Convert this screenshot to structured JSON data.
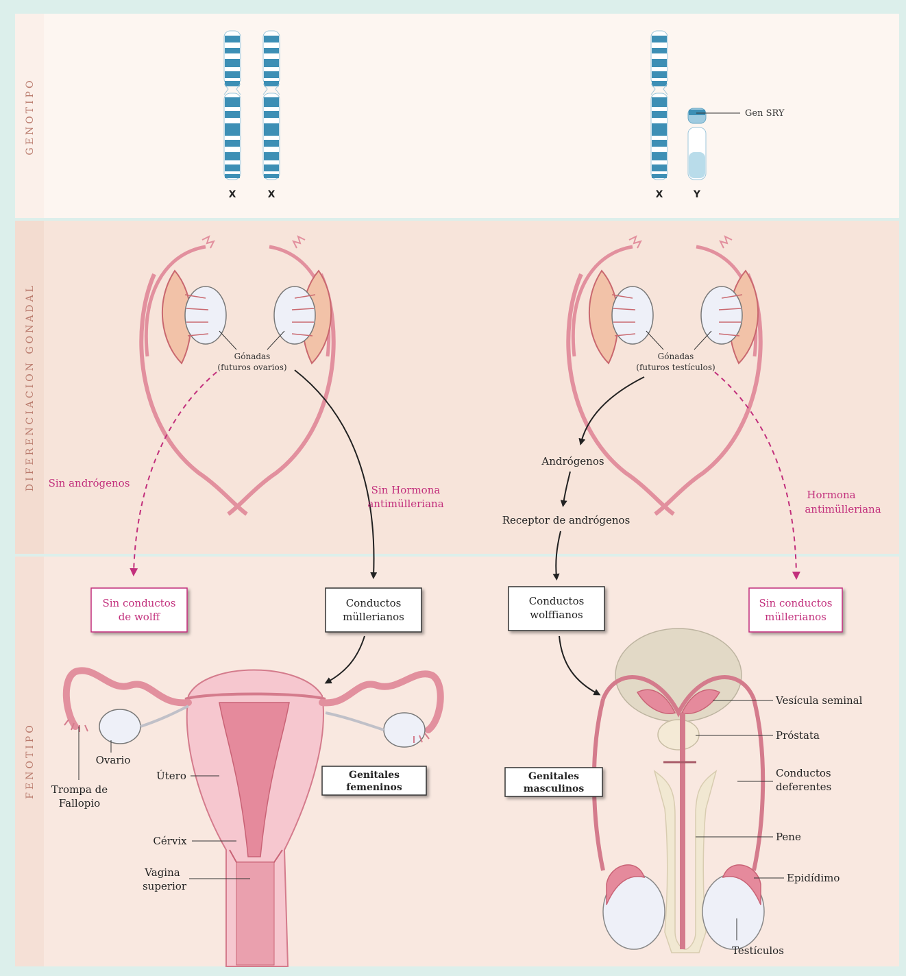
{
  "sections": {
    "genotype": "GENOTIPO",
    "gonadal": "DIFERENCIACION GONADAL",
    "phenotype": "FENOTIPO"
  },
  "female": {
    "chromosomes": [
      "X",
      "X"
    ],
    "gonads": {
      "line1": "Gónadas",
      "line2": "(futuros ovarios)"
    },
    "no_androgens": "Sin andrógenos",
    "no_amh": {
      "line1": "Sin Hormona",
      "line2": "antimülleriana"
    },
    "box_no_wolff": {
      "line1": "Sin conductos",
      "line2": "de wolff"
    },
    "box_mullerian": {
      "line1": "Conductos",
      "line2": "müllerianos"
    },
    "genitals": {
      "line1": "Genitales",
      "line2": "femeninos"
    },
    "labels": {
      "ovary": "Ovario",
      "tube1": "Trompa de",
      "tube2": "Fallopio",
      "uterus": "Útero",
      "cervix": "Cérvix",
      "vagina1": "Vagina",
      "vagina2": "superior"
    }
  },
  "male": {
    "chromosomes": [
      "X",
      "Y"
    ],
    "sry": "Gen SRY",
    "gonads": {
      "line1": "Gónadas",
      "line2": "(futuros testículos)"
    },
    "androgens": "Andrógenos",
    "receptor": "Receptor de andrógenos",
    "amh": {
      "line1": "Hormona",
      "line2": "antimülleriana"
    },
    "box_wolffian": {
      "line1": "Conductos",
      "line2": "wolffianos"
    },
    "box_no_mullerian": {
      "line1": "Sin conductos",
      "line2": "müllerianos"
    },
    "genitals": {
      "line1": "Genitales",
      "line2": "masculinos"
    },
    "labels": {
      "seminal": "Vesícula seminal",
      "prostate": "Próstata",
      "vas1": "Conductos",
      "vas2": "deferentes",
      "penis": "Pene",
      "epididymis": "Epidídimo",
      "testes": "Testículos"
    }
  },
  "colors": {
    "frame": "#dcefeb",
    "band1": "#fdf6f1",
    "band2": "#f7e4da",
    "band3": "#f9e8e0",
    "section_label": "#b97a6c",
    "magenta": "#c22f7c",
    "chromosome_blue": "#3d8fb5",
    "pink": "#e48e9e"
  }
}
